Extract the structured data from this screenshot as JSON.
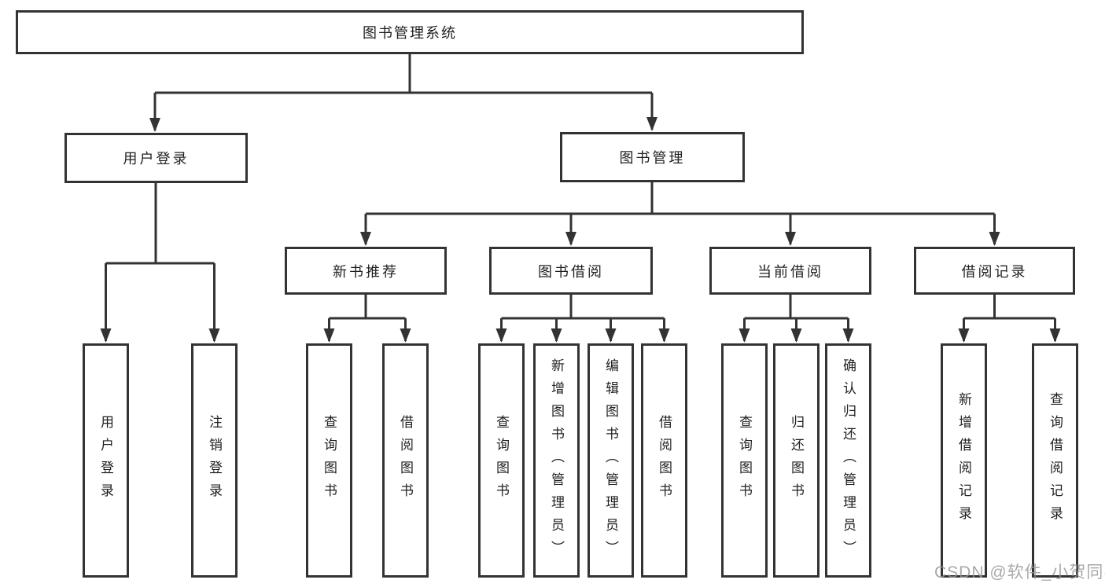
{
  "tree": {
    "label": "图书管理系统",
    "children": [
      {
        "label": "用户登录",
        "children": [
          {
            "label": "用户登录"
          },
          {
            "label": "注销登录"
          }
        ]
      },
      {
        "label": "图书管理",
        "children": [
          {
            "label": "新书推荐",
            "children": [
              {
                "label": "查询图书"
              },
              {
                "label": "借阅图书"
              }
            ]
          },
          {
            "label": "图书借阅",
            "children": [
              {
                "label": "查询图书"
              },
              {
                "label": "新增图书（管理员）"
              },
              {
                "label": "编辑图书（管理员）"
              },
              {
                "label": "借阅图书"
              }
            ]
          },
          {
            "label": "当前借阅",
            "children": [
              {
                "label": "查询图书"
              },
              {
                "label": "归还图书"
              },
              {
                "label": "确认归还（管理员）"
              }
            ]
          },
          {
            "label": "借阅记录",
            "children": [
              {
                "label": "新增借阅记录"
              },
              {
                "label": "查询借阅记录"
              }
            ]
          }
        ]
      }
    ]
  },
  "watermark": {
    "text": "CSDN @软件_小贺同学"
  },
  "colors": {
    "line": "#333333",
    "text": "#1f1f1f",
    "box_background": "#ffffff",
    "watermark": "#969696"
  }
}
